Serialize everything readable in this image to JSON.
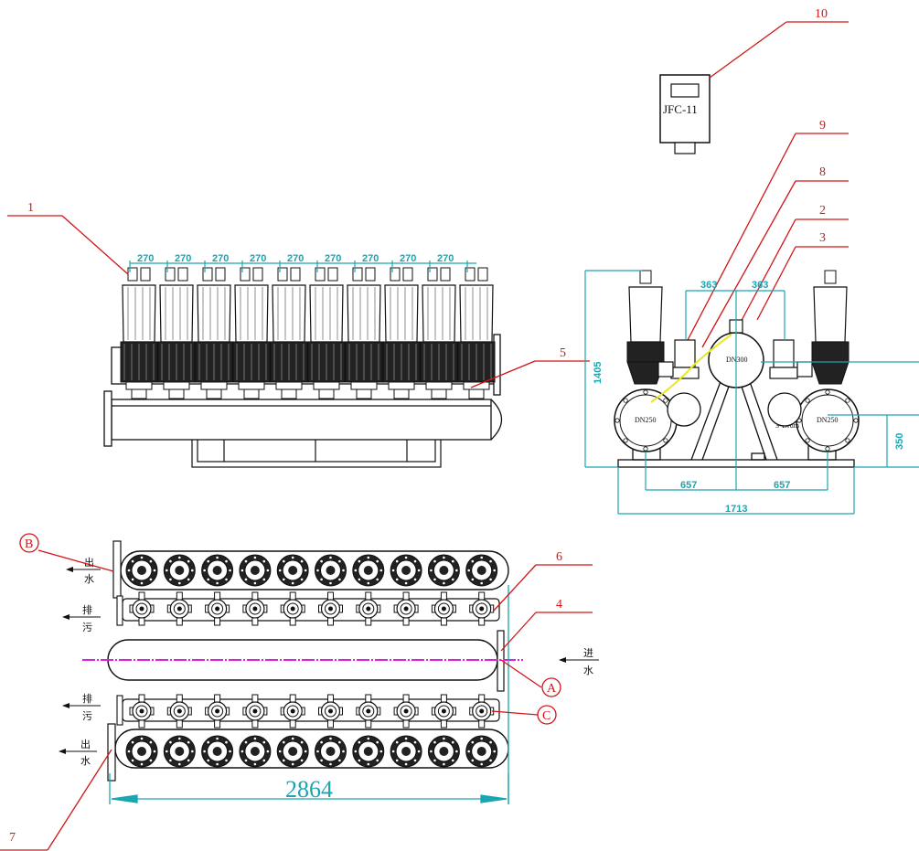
{
  "callouts": [
    "1",
    "2",
    "3",
    "4",
    "5",
    "6",
    "7",
    "8",
    "9",
    "10"
  ],
  "circle_refs": {
    "a": "A",
    "b": "B",
    "c": "C"
  },
  "controller_label": "JFC-11",
  "top_pitch_label": "270",
  "side_view": {
    "dim_363_left": "363",
    "dim_363_right": "363",
    "dim_1405": "1405",
    "dim_350": "350",
    "dim_657_left": "657",
    "dim_657_right": "657",
    "dim_1713": "1713",
    "dn300": "DN300",
    "dn250_left": "DN250",
    "dn250_right": "DN250",
    "drum_label": "3\"Drum"
  },
  "plan_view": {
    "outlet_top_char1": "出",
    "outlet_top_char2": "水",
    "drain_top_char1": "排",
    "drain_top_char2": "污",
    "inlet_char1": "进",
    "inlet_char2": "水",
    "drain_bottom_char1": "排",
    "drain_bottom_char2": "污",
    "outlet_bottom_char1": "出",
    "outlet_bottom_char2": "水",
    "length_dim": "2864"
  },
  "colors": {
    "callout": "#d21414",
    "dimension": "#1aa6b0",
    "centerline": "#e01fe0",
    "linework": "#111111",
    "highlight": "#e8e820"
  },
  "filter_units": 10
}
